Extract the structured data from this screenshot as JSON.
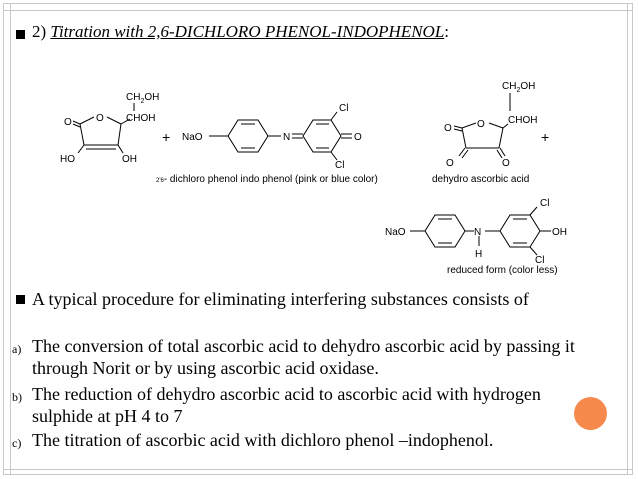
{
  "heading": {
    "number": "2)",
    "title": "Titration with 2,6-DICHLORO PHENOL-INDOPHENOL",
    "suffix": ":"
  },
  "diagram": {
    "ascorbic": {
      "ch2oh": "CH",
      "ch2oh_sub": "2",
      "ch2oh_end": "OH",
      "choh": "CHOH",
      "o_ring": "O",
      "o_keto": "O",
      "ho": "HO",
      "oh": "OH"
    },
    "plus1": "+",
    "dcpip": {
      "nao": "NaO",
      "n": "N",
      "cl_top": "Cl",
      "o": "O",
      "cl_bottom": "Cl"
    },
    "dcpip_caption_prefix": "2'6",
    "dcpip_caption": "- dichloro phenol indo phenol (pink or blue color)",
    "dehydro": {
      "ch2oh": "CH",
      "ch2oh_sub": "2",
      "ch2oh_end": "OH",
      "choh": "CHOH",
      "o_ring": "O",
      "o_left": "O",
      "o_bl": "O",
      "o_br": "O"
    },
    "plus2": "+",
    "dehydro_caption": "dehydro ascorbic acid",
    "reduced": {
      "nao": "NaO",
      "n": "N",
      "h": "H",
      "cl_top": "Cl",
      "oh": "OH",
      "cl_bottom": "Cl"
    },
    "reduced_caption": "reduced form (color less)"
  },
  "body": {
    "intro": "A typical procedure for eliminating interfering substances consists of",
    "items": [
      {
        "marker": "a)",
        "text": "The conversion of total ascorbic acid to dehydro ascorbic acid by passing it through Norit or by using ascorbic acid oxidase."
      },
      {
        "marker": "b)",
        "text": "The reduction of dehydro ascorbic acid to ascorbic acid with hydrogen sulphide at pH 4 to 7"
      },
      {
        "marker": "c)",
        "text": "The titration of ascorbic acid with dichloro phenol –indophenol."
      }
    ]
  },
  "colors": {
    "accent_dot": "#f58a4c",
    "frame": "#c8c8c8"
  }
}
